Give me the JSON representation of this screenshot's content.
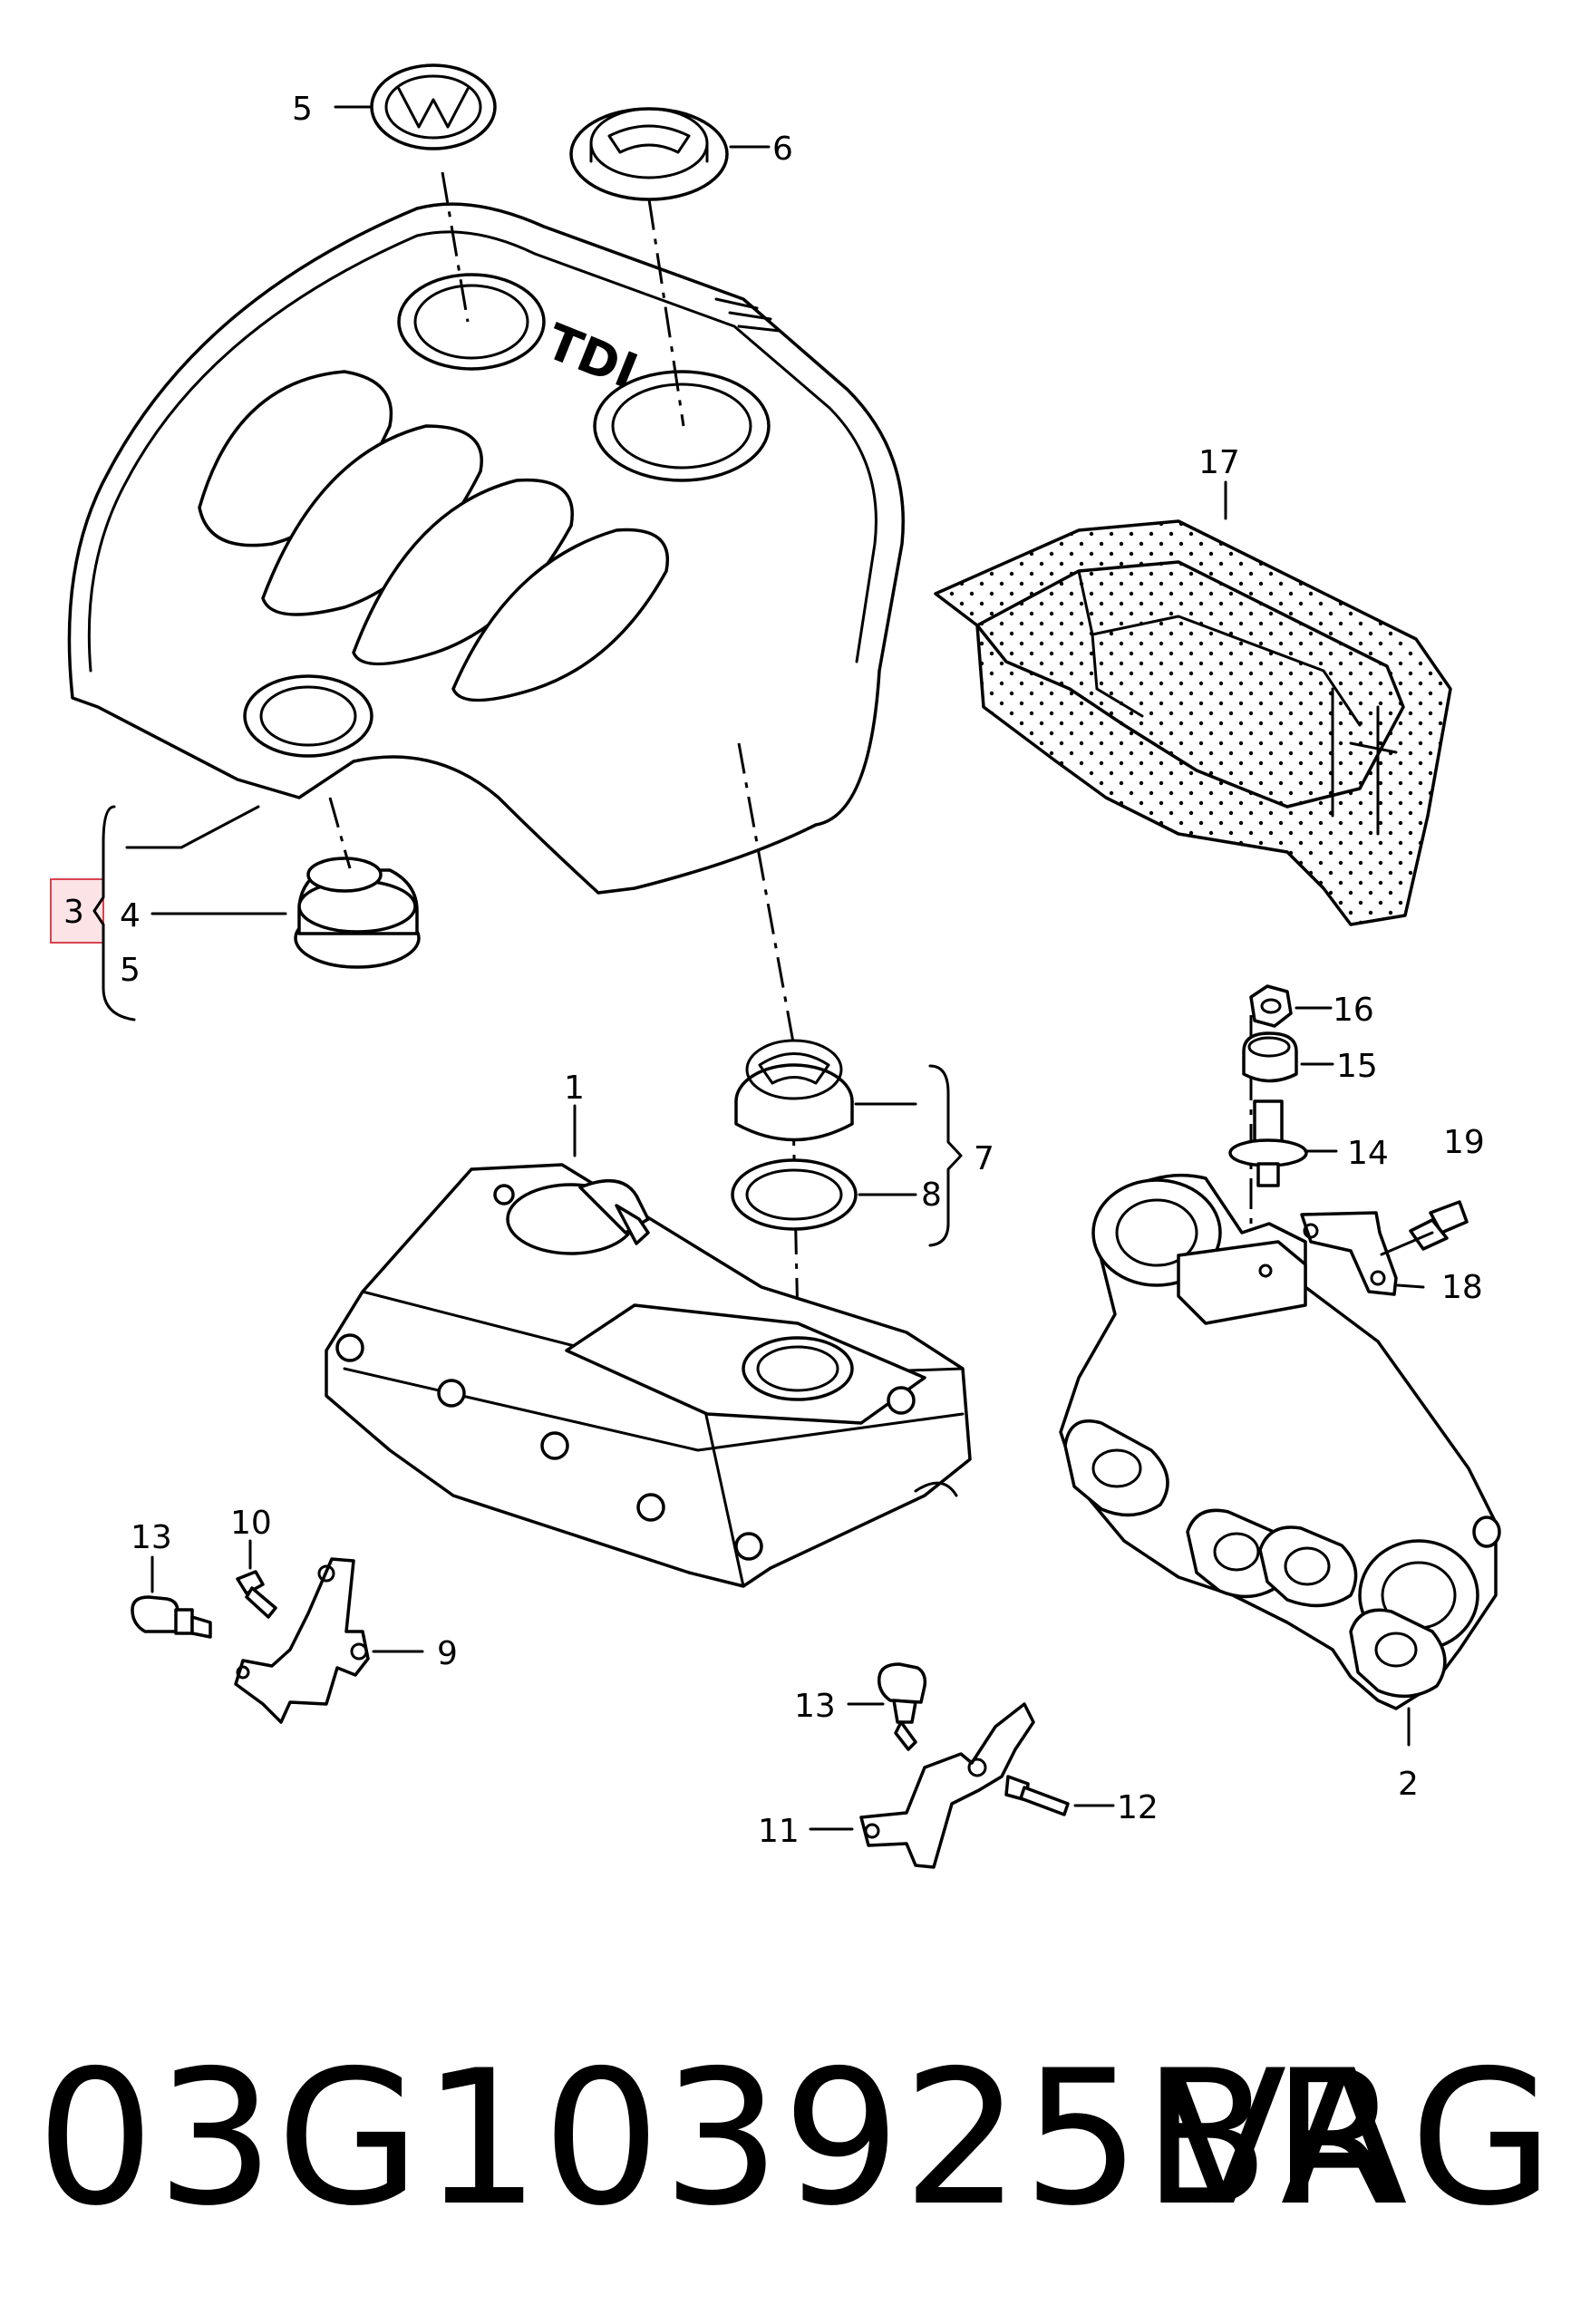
{
  "callouts": {
    "c1": "1",
    "c2": "2",
    "c3": "3",
    "c4": "4",
    "c5_top": "5",
    "c5_side": "5",
    "c6": "6",
    "c7": "7",
    "c8": "8",
    "c9": "9",
    "c10": "10",
    "c11": "11",
    "c12": "12",
    "c13_left": "13",
    "c13_right": "13",
    "c14": "14",
    "c15": "15",
    "c16": "16",
    "c17": "17",
    "c18": "18",
    "c19": "19"
  },
  "cover_text": "TDI",
  "footer": {
    "part_number": "03G103925BR",
    "brand": "VAG"
  },
  "colors": {
    "highlight_fill": "#fbe3e6",
    "highlight_stroke": "#d9434f",
    "ink": "#000000"
  }
}
